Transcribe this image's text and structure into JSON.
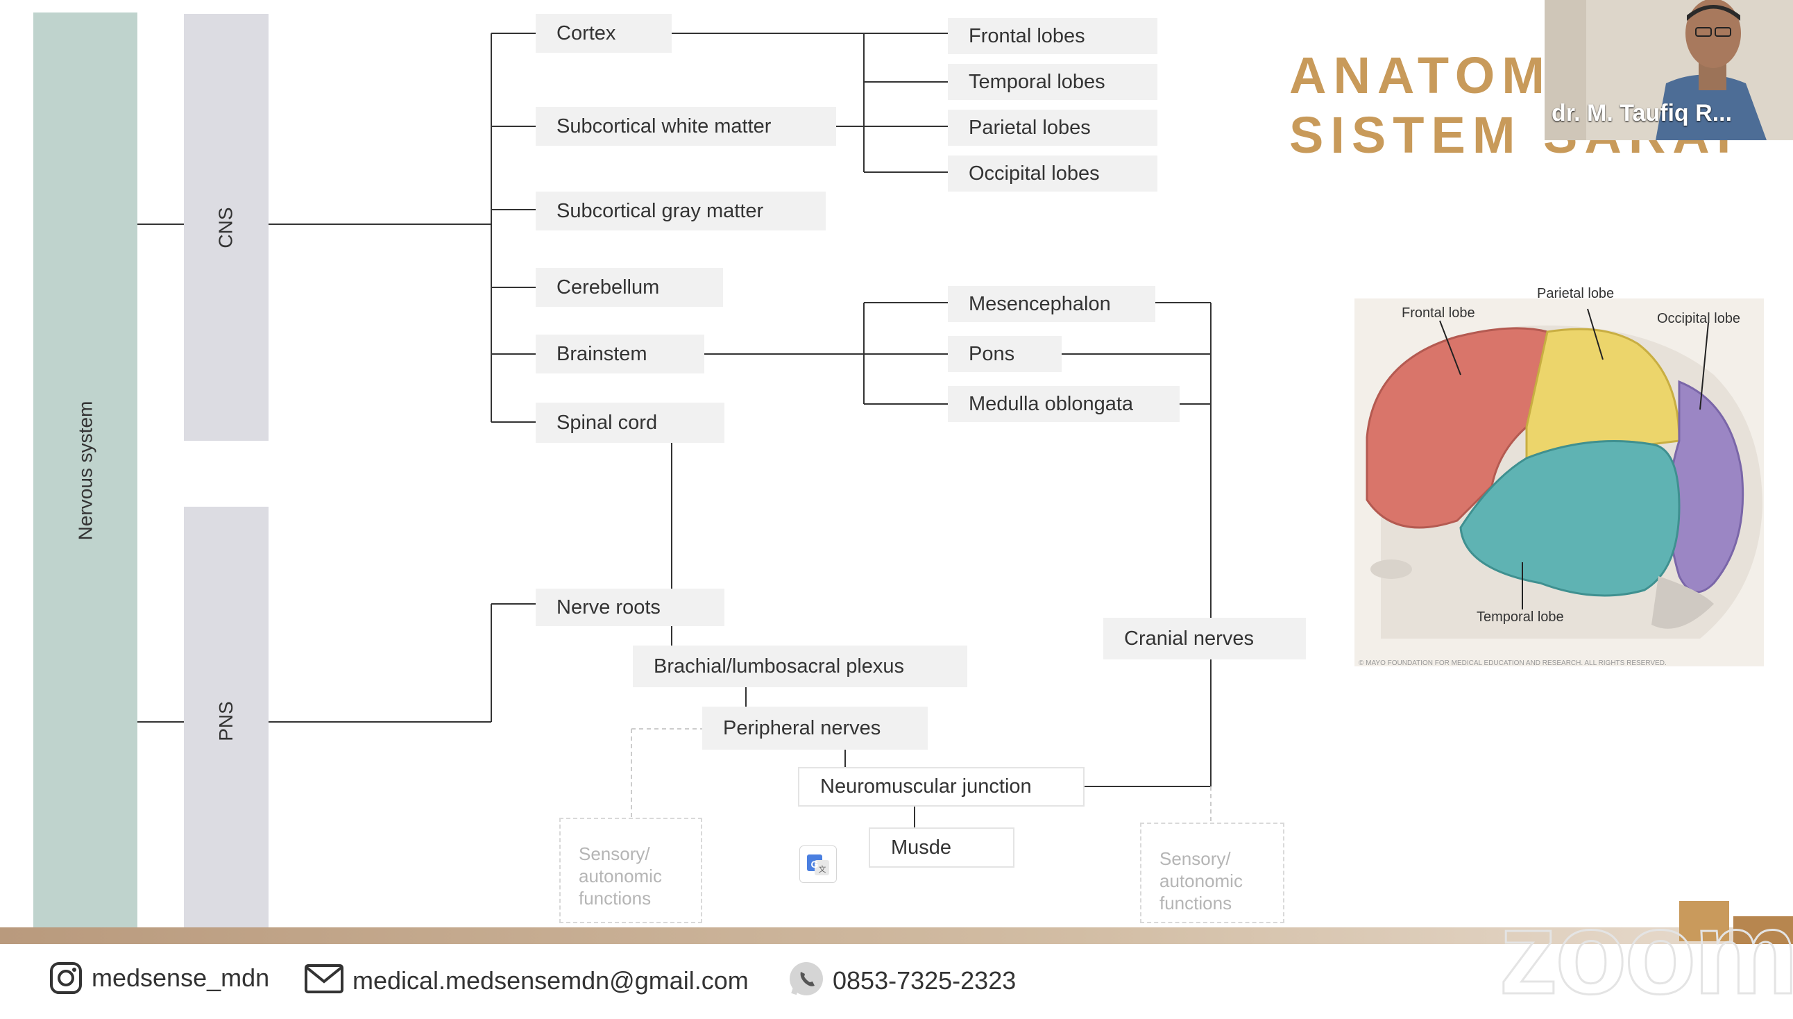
{
  "title": {
    "line1": "ANATOMI",
    "line2": "SISTEM SARAF"
  },
  "video": {
    "name": "dr. M. Taufiq R..."
  },
  "tree": {
    "root": "Nervous system",
    "cns": "CNS",
    "pns": "PNS",
    "cortex": "Cortex",
    "subcortical_white": "Subcortical white matter",
    "subcortical_gray": "Subcortical gray matter",
    "cerebellum": "Cerebellum",
    "brainstem": "Brainstem",
    "spinal_cord": "Spinal cord",
    "frontal": "Frontal lobes",
    "temporal": "Temporal lobes",
    "parietal": "Parietal lobes",
    "occipital": "Occipital lobes",
    "mesencephalon": "Mesencephalon",
    "pons": "Pons",
    "medulla": "Medulla oblongata",
    "nerve_roots": "Nerve roots",
    "plexus": "Brachial/lumbosacral plexus",
    "peripheral": "Peripheral nerves",
    "nmj": "Neuromuscular junction",
    "muscle": "Musde",
    "cranial": "Cranial nerves",
    "sensory_left": "Sensory/ autonomic functions",
    "sensory_right": "Sensory/ autonomic functions"
  },
  "brain_figure": {
    "frontal": "Frontal lobe",
    "parietal": "Parietal lobe",
    "occipital": "Occipital lobe",
    "temporal": "Temporal lobe",
    "copyright": "© MAYO FOUNDATION FOR MEDICAL EDUCATION AND RESEARCH. ALL RIGHTS RESERVED.",
    "colors": {
      "frontal": "#d9756a",
      "parietal": "#ecd56b",
      "occipital": "#9b86c4",
      "temporal": "#5fb3b3"
    }
  },
  "footer": {
    "instagram": "medsense_mdn",
    "email": "medical.medsensemdn@gmail.com",
    "phone": "0853-7325-2323"
  },
  "icons": [
    "instagram-icon",
    "mail-icon",
    "whatsapp-icon",
    "google-translate-icon"
  ],
  "watermark": "zoom"
}
